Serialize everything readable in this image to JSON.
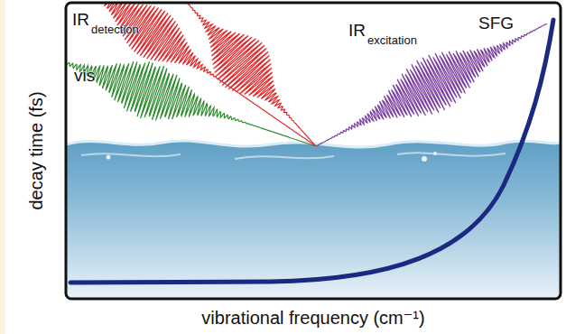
{
  "diagram": {
    "labels": [
      "IR",
      "detection",
      "IR",
      "excitation",
      "vis",
      "SFG",
      "decay time (fs)",
      "vibrational frequency (cm⁻¹)"
    ]
  }
}
